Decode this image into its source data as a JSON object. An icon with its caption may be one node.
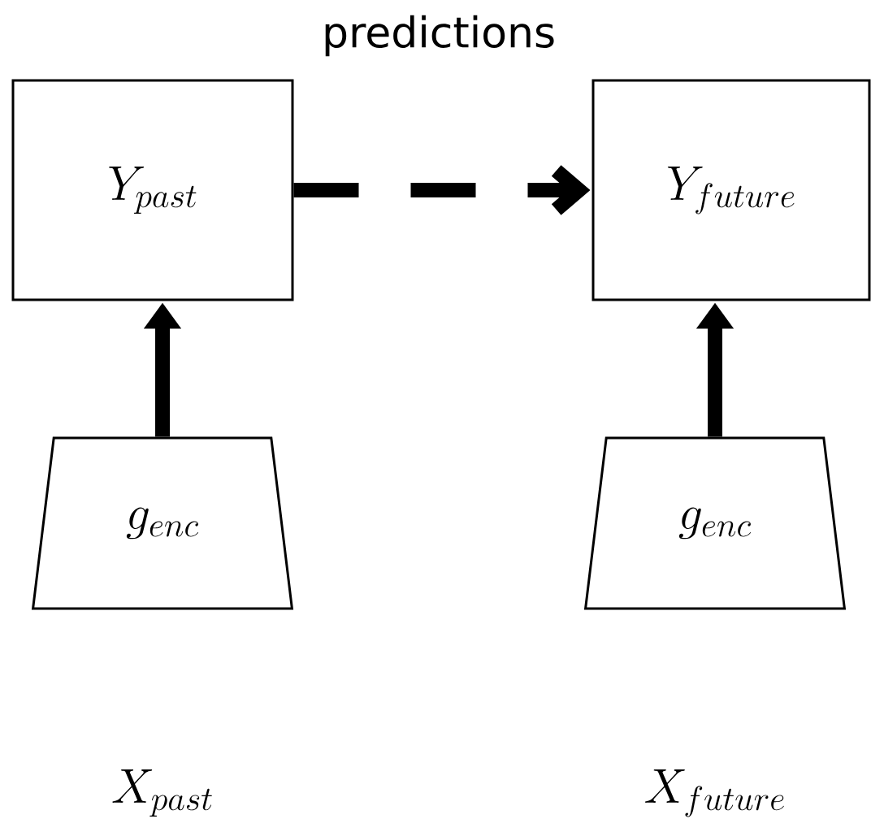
{
  "diagram": {
    "title": "predictions",
    "nodes": [
      {
        "text": [
          "Y_{past}"
        ]
      },
      {
        "text": [
          "Y_{future}"
        ]
      },
      {
        "text": [
          "g_{enc}"
        ]
      },
      {
        "text": [
          "g_{enc}"
        ]
      }
    ],
    "edges": [
      {
        "from": 2,
        "to": 0,
        "arrow": "to"
      },
      {
        "from": 3,
        "to": 1,
        "arrow": "to"
      },
      {
        "from": 0,
        "to": 1,
        "arrow": "to",
        "style": "dashed"
      }
    ],
    "labels": [
      "X_{past}",
      "X_{future}"
    ]
  }
}
